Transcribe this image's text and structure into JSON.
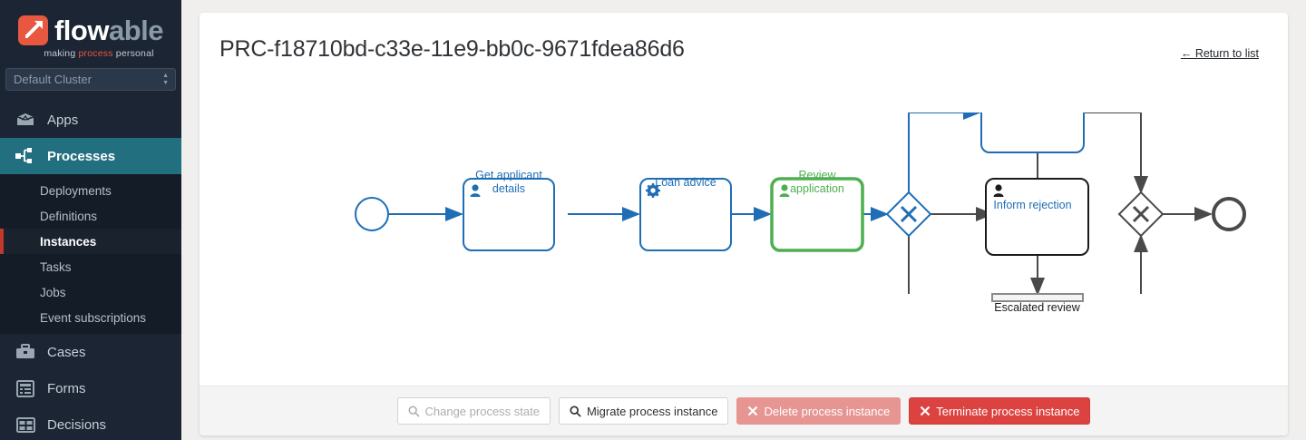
{
  "brand": {
    "word_part1": "flow",
    "word_part2": "able",
    "tagline_1": "making ",
    "tagline_2": "process",
    "tagline_3": " personal",
    "logo_icon": "flowable-logo-icon"
  },
  "sidebar": {
    "cluster": {
      "value": "Default Cluster",
      "icon": "updown-arrows-icon"
    },
    "items": [
      {
        "label": "Apps",
        "icon": "apps-box-icon",
        "active": false
      },
      {
        "label": "Processes",
        "icon": "process-tree-icon",
        "active": true
      },
      {
        "label": "Cases",
        "icon": "briefcase-icon",
        "active": false
      },
      {
        "label": "Forms",
        "icon": "form-icon",
        "active": false
      },
      {
        "label": "Decisions",
        "icon": "table-grid-icon",
        "active": false
      }
    ],
    "subitems": [
      {
        "label": "Deployments",
        "active": false
      },
      {
        "label": "Definitions",
        "active": false
      },
      {
        "label": "Instances",
        "active": true
      },
      {
        "label": "Tasks",
        "active": false
      },
      {
        "label": "Jobs",
        "active": false
      },
      {
        "label": "Event subscriptions",
        "active": false
      }
    ],
    "accent_active": "#226f7f",
    "accent_marker": "#c0392b"
  },
  "main": {
    "title": "PRC-f18710bd-c33e-11e9-bb0c-9671fdea86d6",
    "return_link": "← Return to list"
  },
  "diagram": {
    "type": "bpmn",
    "colors": {
      "completed": "#1f6eb5",
      "active": "#4caf50",
      "inactive": "#4a4a4a"
    },
    "nodes": [
      {
        "id": "start",
        "kind": "start-event",
        "label": "",
        "state": "completed"
      },
      {
        "id": "get-applicant-details",
        "kind": "user-task",
        "label": "Get applicant details",
        "state": "completed"
      },
      {
        "id": "loan-advice",
        "kind": "service-task",
        "label": "Loan advice",
        "state": "completed"
      },
      {
        "id": "review-application",
        "kind": "user-task",
        "label": "Review application",
        "state": "active"
      },
      {
        "id": "gateway-1",
        "kind": "exclusive-gateway",
        "label": "",
        "state": "completed"
      },
      {
        "id": "inform-rejection",
        "kind": "user-task",
        "label": "Inform rejection",
        "state": "completed"
      },
      {
        "id": "escalated-review",
        "kind": "user-task",
        "label": "Escalated review",
        "state": "inactive"
      },
      {
        "id": "gateway-2",
        "kind": "exclusive-gateway",
        "label": "",
        "state": "inactive"
      },
      {
        "id": "end",
        "kind": "end-event",
        "label": "",
        "state": "inactive"
      }
    ]
  },
  "footer": {
    "buttons": [
      {
        "id": "change-process-state",
        "label": "Change process state",
        "icon": "magnifier-icon",
        "style": "default",
        "disabled": true
      },
      {
        "id": "migrate-process-instance",
        "label": "Migrate process instance",
        "icon": "magnifier-icon",
        "style": "default",
        "disabled": false
      },
      {
        "id": "delete-process-instance",
        "label": "Delete process instance",
        "icon": "cross-icon",
        "style": "danger",
        "disabled": true
      },
      {
        "id": "terminate-process-instance",
        "label": "Terminate process instance",
        "icon": "cross-icon",
        "style": "danger",
        "disabled": false
      }
    ]
  }
}
